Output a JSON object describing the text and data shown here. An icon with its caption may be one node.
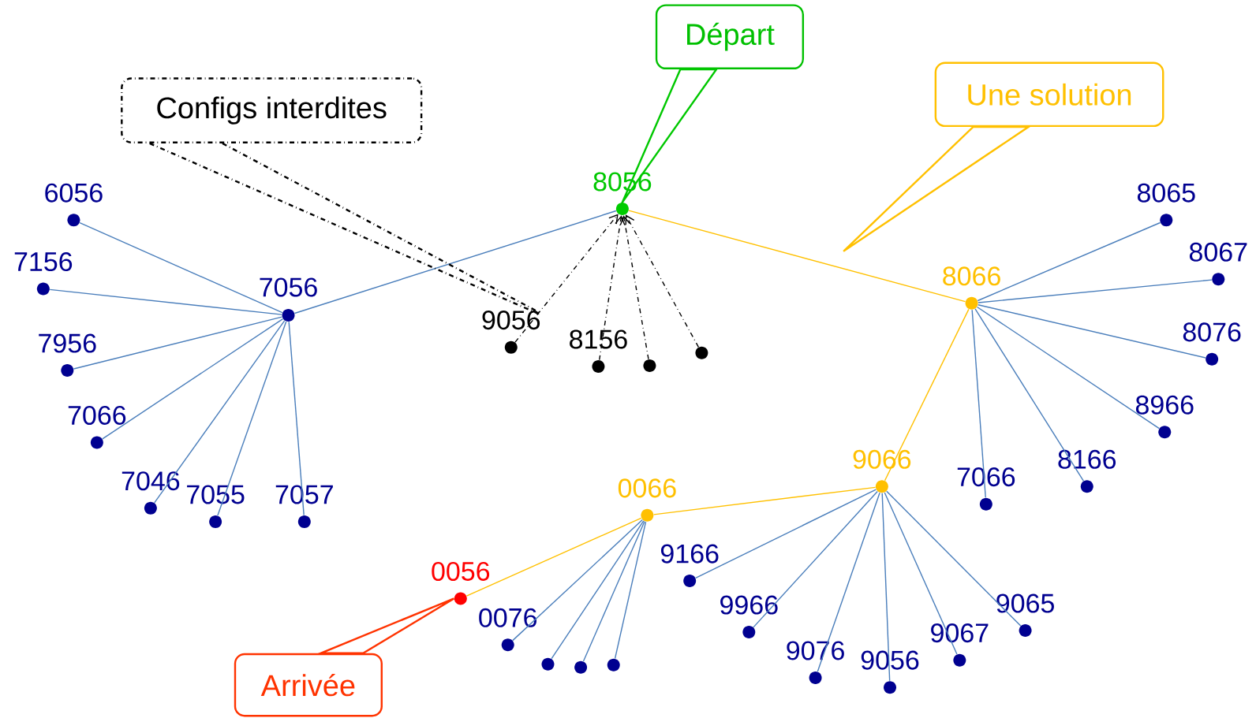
{
  "diagram": {
    "nodes": [
      {
        "text": [
          "8056"
        ]
      },
      {
        "text": [
          "7056"
        ]
      },
      {
        "text": [
          "6056"
        ]
      },
      {
        "text": [
          "7156"
        ]
      },
      {
        "text": [
          "7956"
        ]
      },
      {
        "text": [
          "7066"
        ]
      },
      {
        "text": [
          "7046"
        ]
      },
      {
        "text": [
          "7055"
        ]
      },
      {
        "text": [
          "7057"
        ]
      },
      {
        "text": [
          "9056"
        ]
      },
      {
        "text": [
          "8156"
        ]
      },
      {
        "text": [],
        "shape": "circle"
      },
      {
        "text": [],
        "shape": "circle"
      },
      {
        "text": [
          "8066"
        ]
      },
      {
        "text": [
          "8065"
        ]
      },
      {
        "text": [
          "8067"
        ]
      },
      {
        "text": [
          "8076"
        ]
      },
      {
        "text": [
          "8966"
        ]
      },
      {
        "text": [
          "8166"
        ]
      },
      {
        "text": [
          "7066"
        ]
      },
      {
        "text": [
          "9066"
        ]
      },
      {
        "text": [
          "0066"
        ]
      },
      {
        "text": [
          "9166"
        ]
      },
      {
        "text": [
          "9966"
        ]
      },
      {
        "text": [
          "9076"
        ]
      },
      {
        "text": [
          "9056"
        ]
      },
      {
        "text": [
          "9067"
        ]
      },
      {
        "text": [
          "9065"
        ]
      },
      {
        "text": [
          "0056"
        ]
      },
      {
        "text": [
          "0076"
        ]
      },
      {
        "text": [],
        "shape": "circle"
      },
      {
        "text": [],
        "shape": "circle"
      },
      {
        "text": [],
        "shape": "circle"
      },
      {
        "text": [
          "Départ"
        ]
      },
      {
        "text": [
          "Une solution"
        ]
      },
      {
        "text": [
          "Configs interdites"
        ]
      },
      {
        "text": [
          "Arrivée"
        ]
      }
    ],
    "edges": [
      {
        "from": 0,
        "to": 1,
        "arrow": "none"
      },
      {
        "from": 1,
        "to": 2,
        "arrow": "none"
      },
      {
        "from": 1,
        "to": 3,
        "arrow": "none"
      },
      {
        "from": 1,
        "to": 4,
        "arrow": "none"
      },
      {
        "from": 1,
        "to": 5,
        "arrow": "none"
      },
      {
        "from": 1,
        "to": 6,
        "arrow": "none"
      },
      {
        "from": 1,
        "to": 7,
        "arrow": "none"
      },
      {
        "from": 1,
        "to": 8,
        "arrow": "none"
      },
      {
        "from": 0,
        "to": 13,
        "arrow": "none",
        "color": "#ffc000"
      },
      {
        "from": 13,
        "to": 14,
        "arrow": "none"
      },
      {
        "from": 13,
        "to": 15,
        "arrow": "none"
      },
      {
        "from": 13,
        "to": 16,
        "arrow": "none"
      },
      {
        "from": 13,
        "to": 17,
        "arrow": "none"
      },
      {
        "from": 13,
        "to": 18,
        "arrow": "none"
      },
      {
        "from": 13,
        "to": 19,
        "arrow": "none"
      },
      {
        "from": 13,
        "to": 20,
        "arrow": "none",
        "color": "#ffc000"
      },
      {
        "from": 20,
        "to": 22,
        "arrow": "none"
      },
      {
        "from": 20,
        "to": 23,
        "arrow": "none"
      },
      {
        "from": 20,
        "to": 24,
        "arrow": "none"
      },
      {
        "from": 20,
        "to": 25,
        "arrow": "none"
      },
      {
        "from": 20,
        "to": 26,
        "arrow": "none"
      },
      {
        "from": 20,
        "to": 27,
        "arrow": "none"
      },
      {
        "from": 20,
        "to": 21,
        "arrow": "none",
        "color": "#ffc000"
      },
      {
        "from": 21,
        "to": 28,
        "arrow": "none",
        "color": "#ffc000"
      },
      {
        "from": 21,
        "to": 29,
        "arrow": "none"
      },
      {
        "from": 21,
        "to": 30,
        "arrow": "none"
      },
      {
        "from": 21,
        "to": 31,
        "arrow": "none"
      },
      {
        "from": 21,
        "to": 32,
        "arrow": "none"
      },
      {
        "from": 9,
        "to": 0,
        "arrow": "to",
        "style": "dashed",
        "color": "#000000"
      },
      {
        "from": 10,
        "to": 0,
        "arrow": "to",
        "style": "dashed",
        "color": "#000000"
      },
      {
        "from": 11,
        "to": 0,
        "arrow": "to",
        "style": "dashed",
        "color": "#000000"
      },
      {
        "from": 12,
        "to": 0,
        "arrow": "to",
        "style": "dashed",
        "color": "#000000"
      },
      {
        "from": 33,
        "to": 0,
        "arrow": "none",
        "color": "#00c800"
      },
      {
        "from": 34,
        "to": null,
        "arrow": "none",
        "color": "#ffc000"
      },
      {
        "from": 35,
        "to": 9,
        "arrow": "none",
        "style": "dashed",
        "color": "#000000"
      },
      {
        "from": 35,
        "to": 9,
        "arrow": "none",
        "style": "dashed",
        "color": "#000000"
      },
      {
        "from": 36,
        "to": 28,
        "arrow": "none",
        "color": "#ff3300"
      }
    ]
  }
}
